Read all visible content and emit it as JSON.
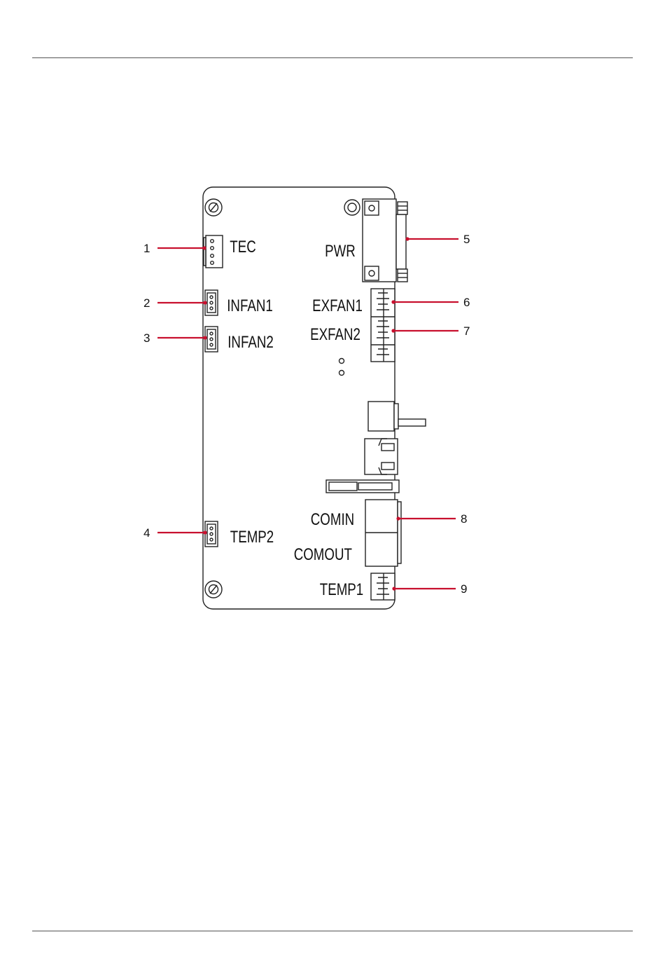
{
  "labels": {
    "tec": "TEC",
    "pwr": "PWR",
    "infan1": "INFAN1",
    "infan2": "INFAN2",
    "exfan1": "EXFAN1",
    "exfan2": "EXFAN2",
    "comin": "COMIN",
    "comout": "COMOUT",
    "temp1": "TEMP1",
    "temp2": "TEMP2"
  },
  "callouts": {
    "c1": "1",
    "c2": "2",
    "c3": "3",
    "c4": "4",
    "c5": "5",
    "c6": "6",
    "c7": "7",
    "c8": "8",
    "c9": "9"
  },
  "colors": {
    "leader": "#c8102e",
    "outline": "#222222"
  }
}
